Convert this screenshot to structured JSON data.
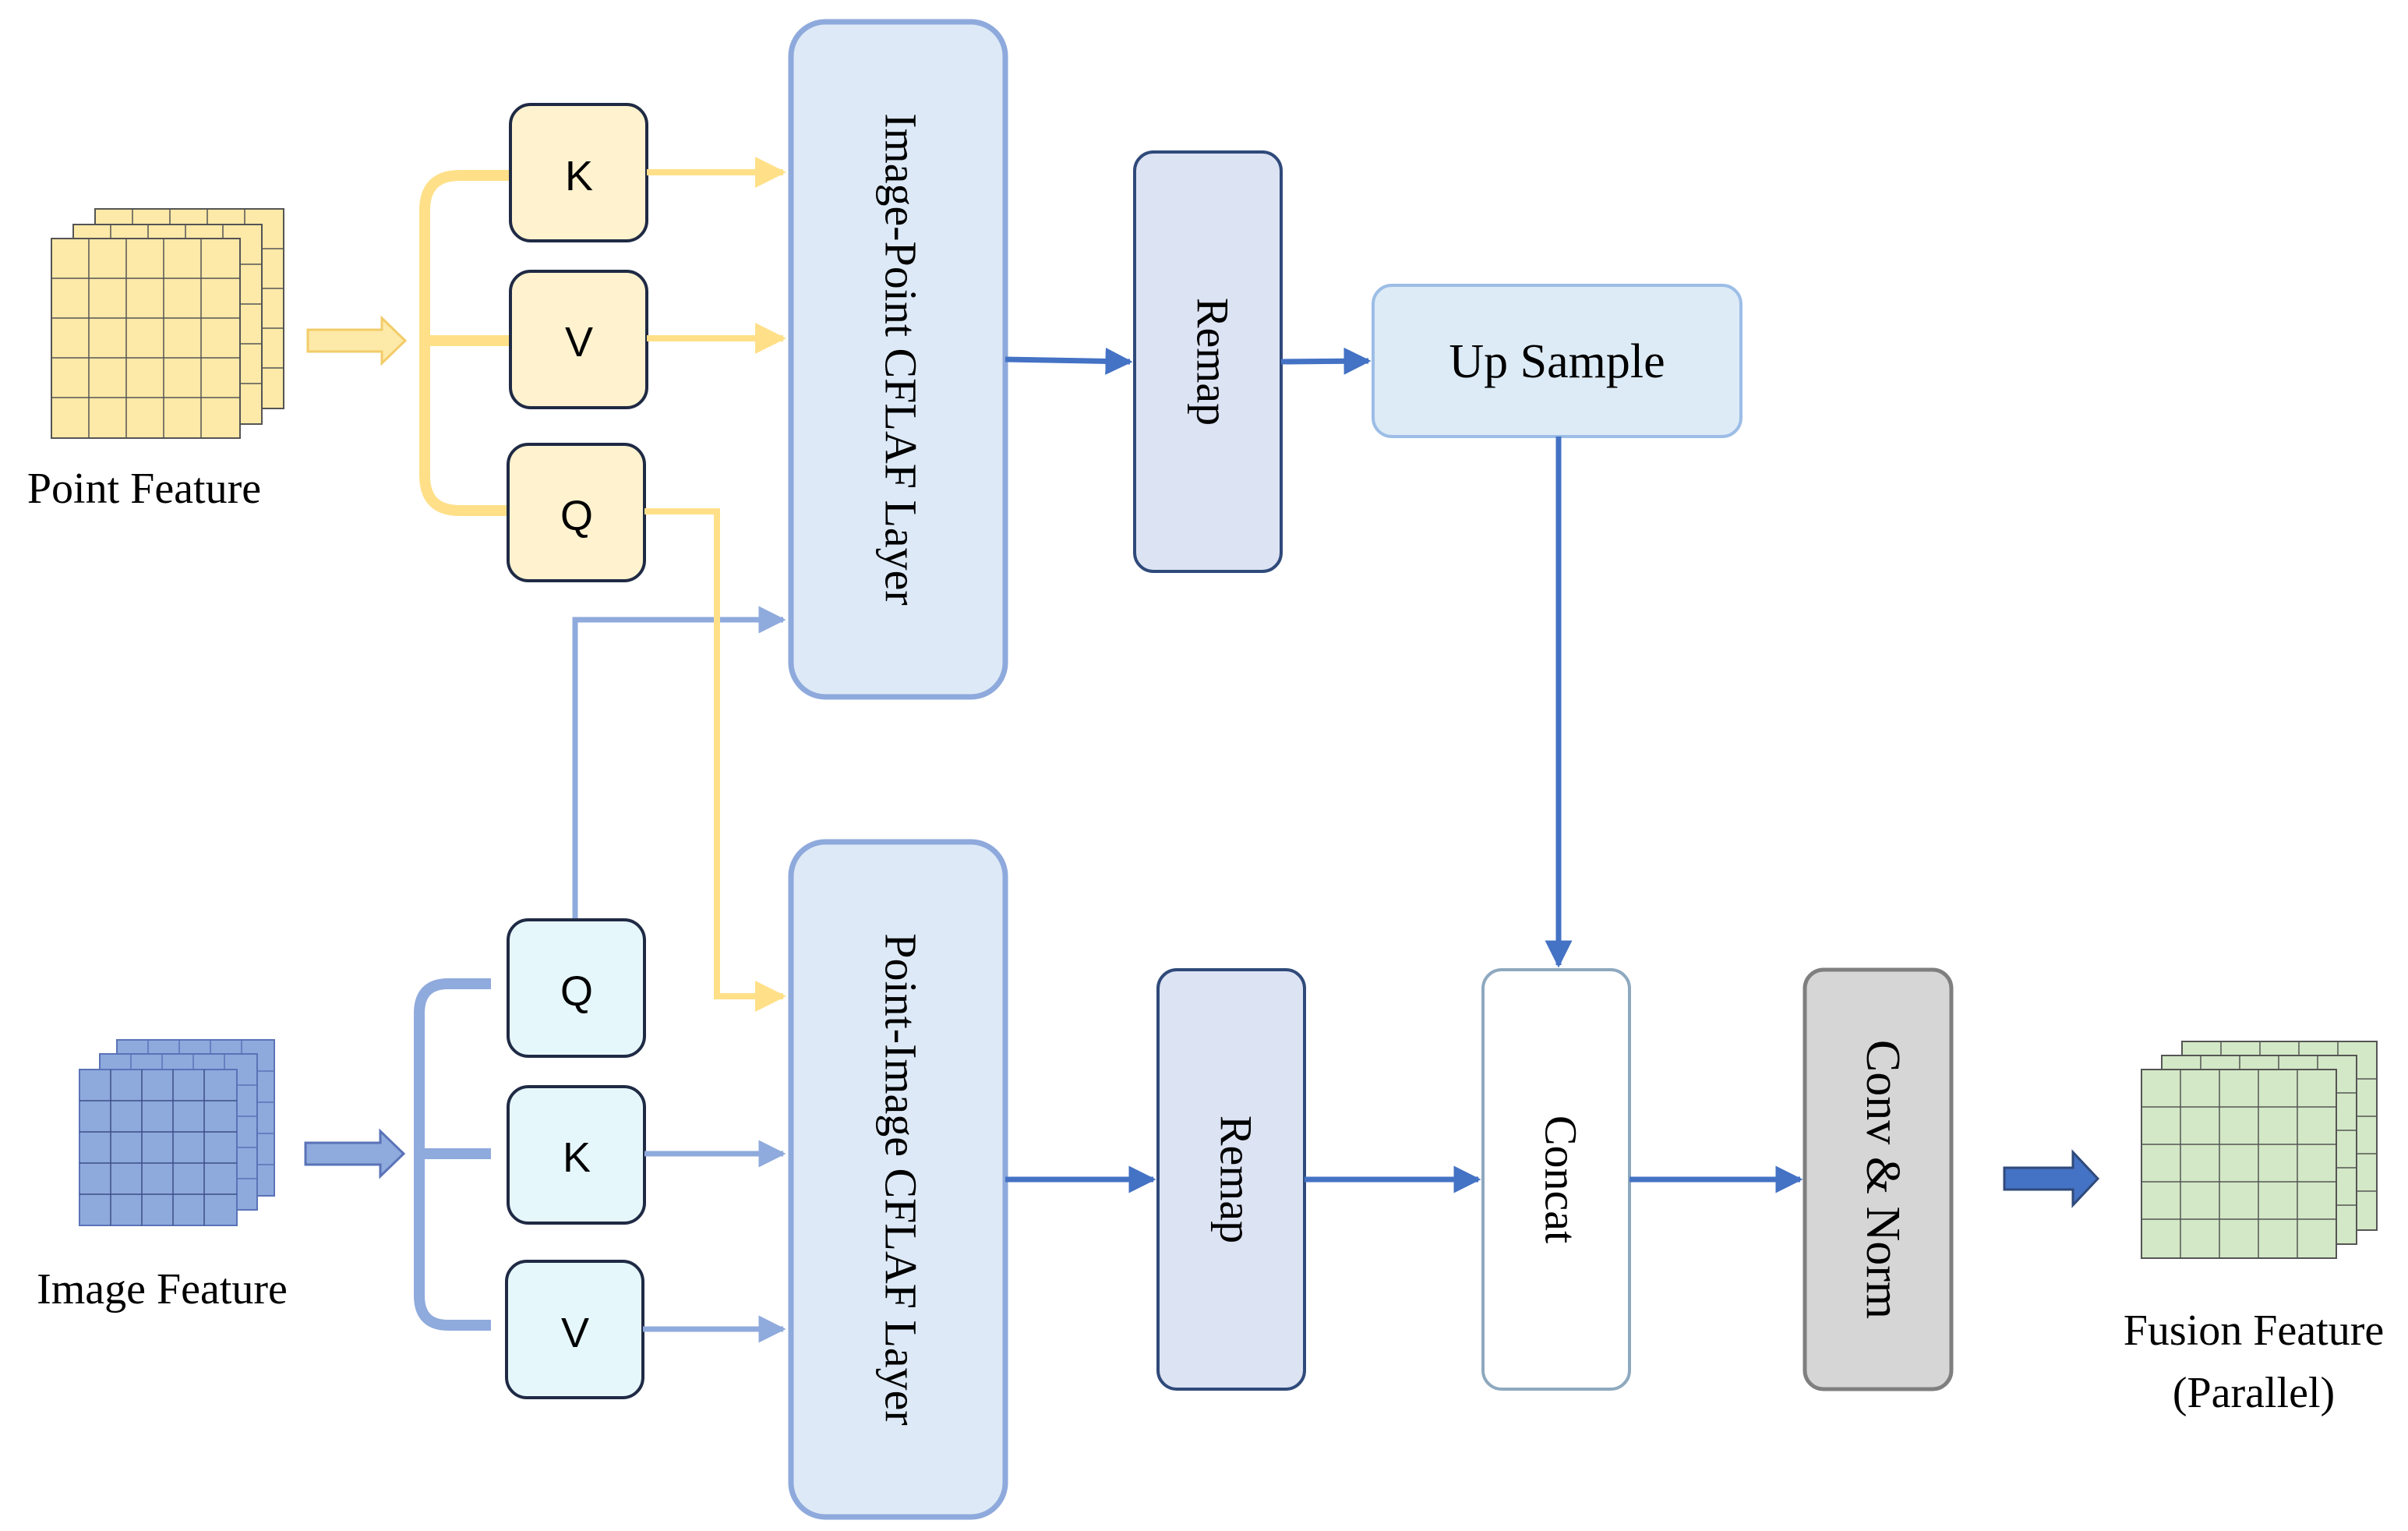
{
  "inputs": {
    "point_feature": "Point Feature",
    "image_feature": "Image Feature"
  },
  "tokens": {
    "point": {
      "k": "K",
      "v": "V",
      "q": "Q"
    },
    "image": {
      "q": "Q",
      "k": "K",
      "v": "V"
    }
  },
  "layers": {
    "image_point": "Image-Point CFLAF Layer",
    "point_image": "Point-Image CFLAF Layer"
  },
  "blocks": {
    "remap_top": "Remap",
    "remap_bottom": "Remap",
    "up_sample": "Up Sample",
    "concat": "Concat",
    "conv_norm": "Conv & Norm"
  },
  "output": {
    "line1": "Fusion Feature",
    "line2": "(Parallel)"
  },
  "colors": {
    "point_fill": "#fde9a8",
    "point_stroke": "#f2cc6a",
    "point_token_fill": "#fef2cf",
    "image_fill": "#8ea9dc",
    "image_stroke": "#5a73b8",
    "image_token_fill": "#e6f7fc",
    "layer_fill": "#dde9f6",
    "layer_stroke": "#8ea9dc",
    "remap_fill": "#dce3f3",
    "remap_stroke": "#2f4a7a",
    "upsample_fill": "#ddebf6",
    "upsample_stroke": "#9cbde6",
    "conv_fill": "#d6d6d6",
    "conv_stroke": "#7f7f7f",
    "fusion_fill": "#d3e8c6",
    "fusion_stroke": "#8fb37a",
    "flow_blue": "#4472c4",
    "light_blue_line": "#8faadc",
    "yellow_line": "#ffe089"
  }
}
